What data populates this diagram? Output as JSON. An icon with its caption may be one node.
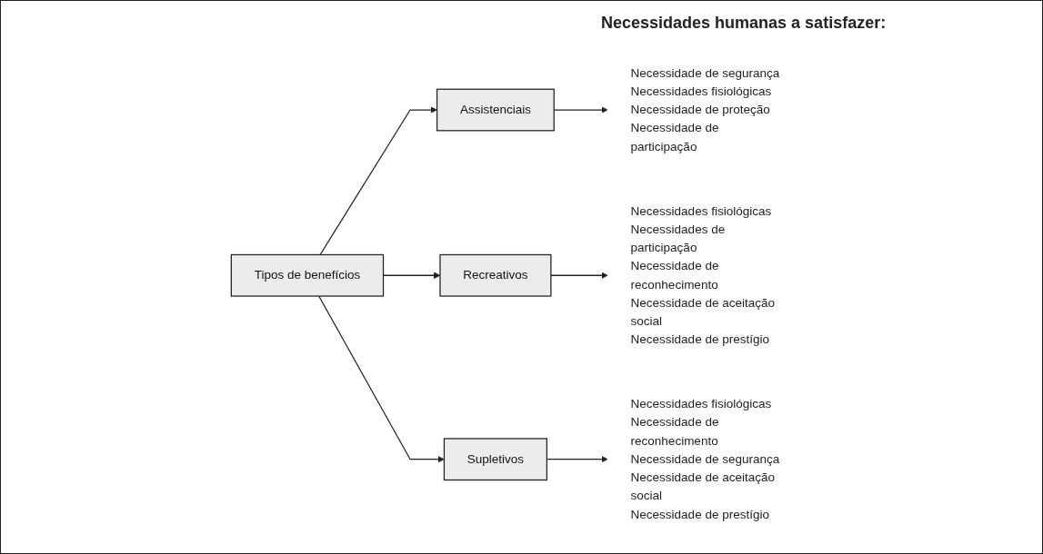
{
  "diagram": {
    "nodes": [
      {
        "text": [
          "Tipos de benefícios"
        ]
      },
      {
        "text": [
          "Assistenciais"
        ]
      },
      {
        "text": [
          "Recreativos"
        ]
      },
      {
        "text": [
          "Supletivos"
        ]
      },
      {
        "text": [
          "Necessidade de segurança",
          "Necessidades fisiológicas",
          "Necessidade de proteção",
          "Necessidade de participação"
        ]
      },
      {
        "text": [
          "Necessidades fisiológicas",
          "Necessidades de participação",
          "Necessidade de reconhecimento",
          "Necessidade de aceitação social",
          "Necessidade de prestígio"
        ]
      },
      {
        "text": [
          "Necessidades fisiológicas",
          "Necessidade de reconhecimento",
          "Necessidade de segurança",
          "Necessidade de aceitação social",
          "Necessidade de prestígio"
        ]
      }
    ],
    "edges": [
      {
        "from": 0,
        "to": 1,
        "arrow": "to"
      },
      {
        "from": 0,
        "to": 2,
        "arrow": "to"
      },
      {
        "from": 0,
        "to": 3,
        "arrow": "to"
      },
      {
        "from": 1,
        "to": 4,
        "arrow": "to"
      },
      {
        "from": 2,
        "to": 5,
        "arrow": "to"
      },
      {
        "from": 3,
        "to": 6,
        "arrow": "to"
      }
    ],
    "labels": [
      "Necessidades humanas a satisfazer:"
    ]
  }
}
